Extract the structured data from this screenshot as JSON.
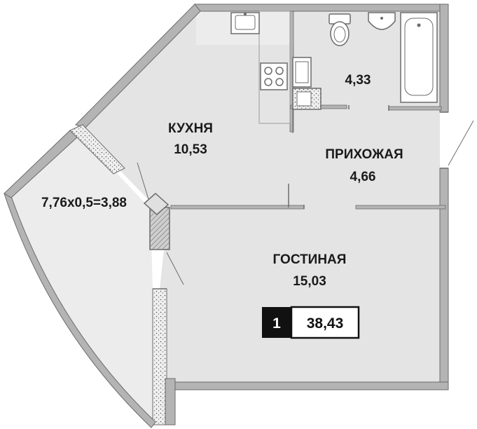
{
  "rooms": {
    "kitchen": {
      "name": "КУХНЯ",
      "area": "10,53"
    },
    "hallway": {
      "name": "ПРИХОЖАЯ",
      "area": "4,66"
    },
    "living": {
      "name": "ГОСТИНАЯ",
      "area": "15,03"
    },
    "bathroom": {
      "area": "4,33"
    },
    "loggia": {
      "label": "7,76х0,5=3,88"
    }
  },
  "badge": {
    "rooms": "1",
    "total_area": "38,43"
  },
  "colors": {
    "floor": "#e4e4e4",
    "wall": "#b4b4b4",
    "wall_edge": "#6b6b6b",
    "badge_dark": "#111111",
    "ink": "#1a1a1a"
  }
}
